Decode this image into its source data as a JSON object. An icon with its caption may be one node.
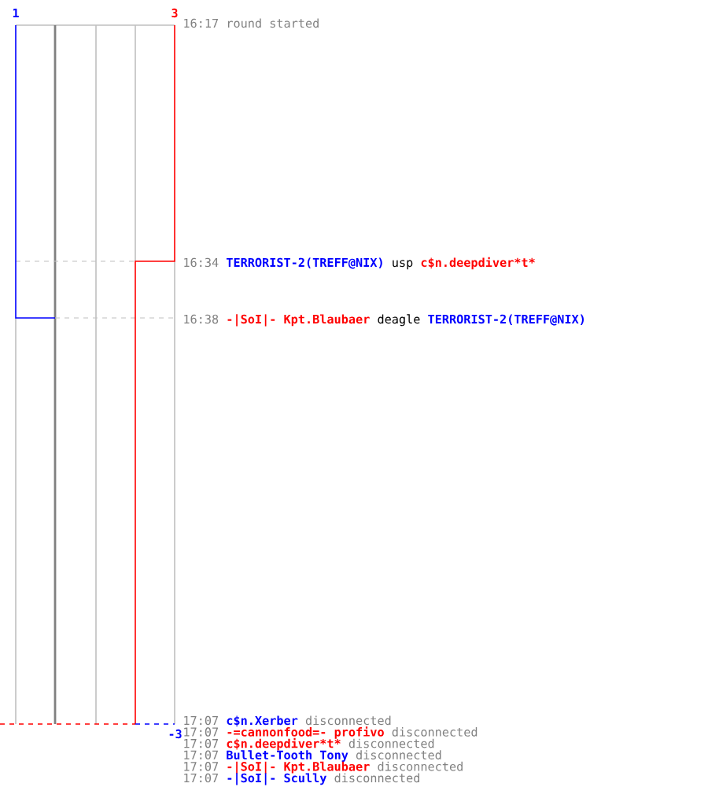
{
  "diagram": {
    "labels": [
      "1",
      "3",
      "16:17",
      "round started",
      "16:34",
      "TERRORIST-2(TREFF@NIX)",
      "usp",
      "c$n.deepdiver*t*",
      "16:38",
      "-|SoI|- Kpt.Blaubaer",
      "deagle",
      "TERRORIST-2(TREFF@NIX)",
      "17:07",
      "c$n.Xerber",
      "disconnected",
      "-3",
      "17:07",
      "-=cannonfood=- profivo",
      "disconnected",
      "17:07",
      "c$n.deepdiver*t*",
      "disconnected",
      "17:07",
      "Bullet-Tooth Tony",
      "disconnected",
      "17:07",
      "-|SoI|- Kpt.Blaubaer",
      "disconnected",
      "17:07",
      "-|SoI|- Scully",
      "disconnected"
    ]
  }
}
